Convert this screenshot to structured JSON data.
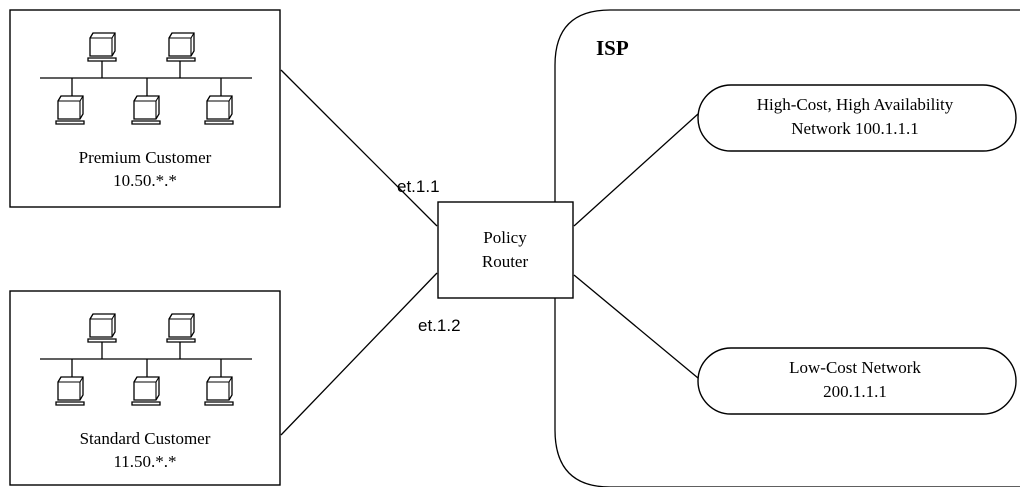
{
  "premium": {
    "name": "Premium Customer",
    "subnet": "10.50.*.*"
  },
  "standard": {
    "name": "Standard Customer",
    "subnet": "11.50.*.*"
  },
  "router": {
    "line1": "Policy",
    "line2": "Router"
  },
  "interfaces": {
    "top": "et.1.1",
    "bottom": "et.1.2"
  },
  "isp": {
    "title": "ISP"
  },
  "high_cost_network": {
    "line1": "High-Cost, High Availability",
    "line2": "Network 100.1.1.1"
  },
  "low_cost_network": {
    "line1": "Low-Cost Network",
    "line2": "200.1.1.1"
  },
  "icons": {
    "computer": "computer-icon",
    "lan_bus": "network-bus"
  }
}
